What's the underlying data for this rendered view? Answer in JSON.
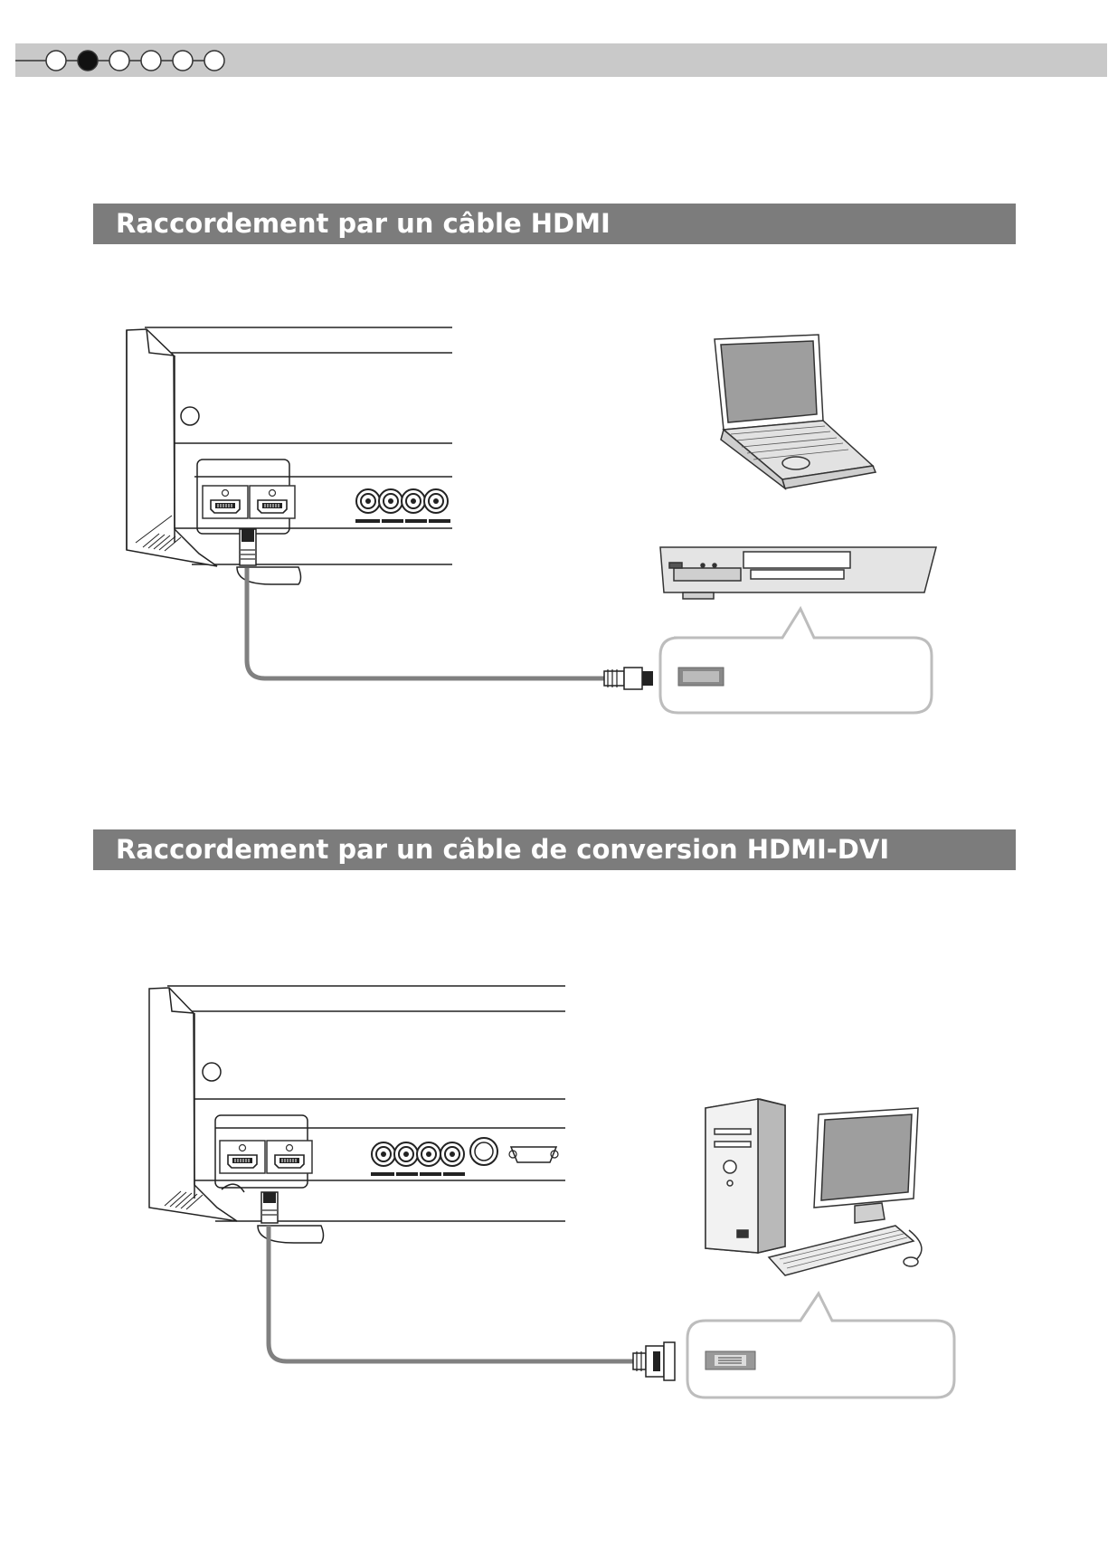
{
  "page": {
    "progress": {
      "total_steps": 6,
      "current_step": 2
    }
  },
  "sections": [
    {
      "title": "Raccordement par un câble HDMI"
    },
    {
      "title": "Raccordement par un câble de conversion HDMI-DVI"
    }
  ],
  "icons": {
    "hdmi_connection": [
      "projector-rear-panel-icon",
      "hdmi-port-icon",
      "hdmi-cable-icon",
      "laptop-icon",
      "dvd-player-icon",
      "hdmi-jack-icon"
    ],
    "dvi_connection": [
      "projector-rear-panel-icon",
      "hdmi-port-icon",
      "hdmi-dvi-cable-icon",
      "desktop-computer-icon",
      "monitor-icon",
      "keyboard-icon",
      "dvi-jack-icon"
    ]
  },
  "colors": {
    "header_bg": "#7c7c7c",
    "top_bar_bg": "#c9c9c9",
    "cable": "#808080",
    "callout_border": "#bdbdbd"
  }
}
